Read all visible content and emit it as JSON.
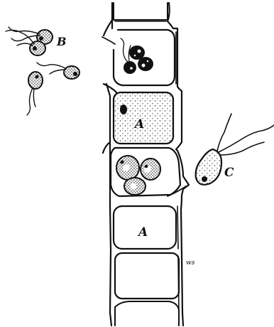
{
  "figure": {
    "labels": {
      "a_upper": "A",
      "a_lower": "A",
      "b": "B",
      "c": "C",
      "signature": "ws"
    },
    "ink_color": "#111111",
    "paper_color": "#ffffff"
  }
}
